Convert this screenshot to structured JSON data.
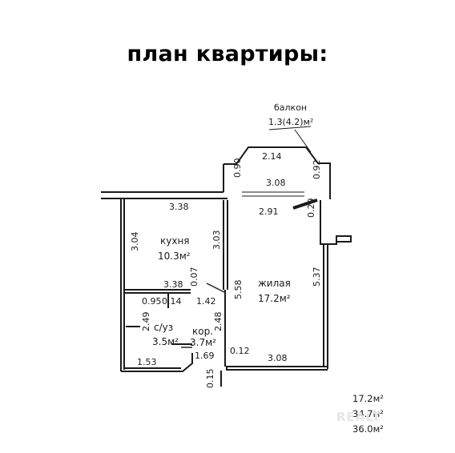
{
  "title": "план квартиры:",
  "balcony": {
    "label": "балкон",
    "area": "1.3(4.2)м²"
  },
  "rooms": {
    "kitchen": {
      "label": "кухня",
      "area": "10.3м²"
    },
    "living": {
      "label": "жилая",
      "area": "17.2м²"
    },
    "bathroom": {
      "label": "с/уз",
      "area": "3.5м²"
    },
    "corridor": {
      "label": "кор.",
      "area": "3.7м²"
    }
  },
  "dimensions": {
    "balcony_width": "2.14",
    "balcony_left_depth": "0.90",
    "balcony_right_depth": "0.92",
    "balcony_inner": "3.08",
    "kitchen_top": "3.38",
    "living_top": "2.91",
    "door_right": "0.29",
    "kitchen_left": "3.04",
    "kitchen_right": "3.03",
    "living_right": "5.37",
    "kitchen_bottom": "3.38",
    "partition": "0.07",
    "living_left": "5.58",
    "bath_width": "0.95",
    "bath_wall": "0.14",
    "corridor_width": "1.42",
    "bath_height": "2.49",
    "corridor_height": "2.48",
    "corridor_bottom": "1.69",
    "bath_bottom": "1.53",
    "step_top": "0.12",
    "step_left": "0.15",
    "living_bottom": "3.08"
  },
  "totals": {
    "living_area": "17.2м²",
    "total_area": "34.7м²",
    "total_with_balcony": "36.0м²"
  },
  "watermark": "REALT"
}
